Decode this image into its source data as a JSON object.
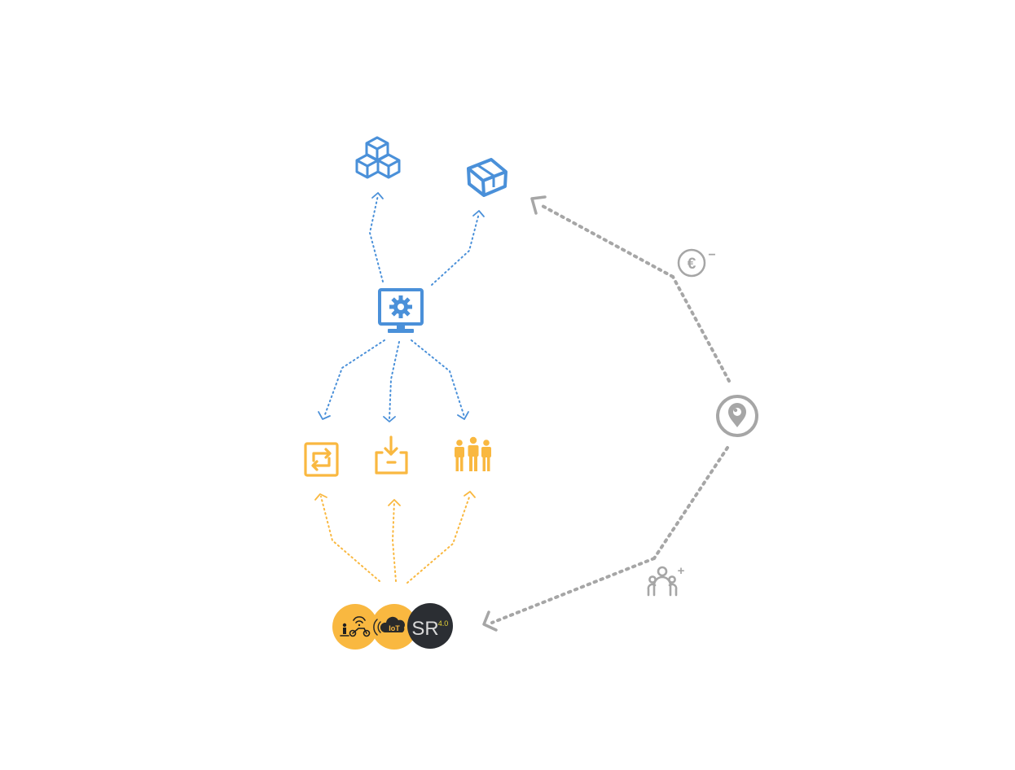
{
  "colors": {
    "blue": "#4a90d9",
    "orange": "#f9b840",
    "gray": "#a6a6a6",
    "dark": "#2b2e33",
    "sr_accent": "#e8d436"
  },
  "icons": {
    "cubes": "cubes-icon",
    "package": "package-box-icon",
    "monitor": "monitor-settings-icon",
    "repeat": "repeat-icon",
    "inbox": "inbox-download-icon",
    "team": "team-people-icon",
    "euro": "euro-minus-icon",
    "location": "location-pin-icon",
    "users_plus": "users-plus-icon",
    "logo_moto": "motorcycle-wifi-logo",
    "logo_iot": "iot-cloud-logo",
    "logo_sr": "sr-logo"
  },
  "badges": {
    "euro_symbol": "€",
    "minus": "−",
    "plus": "+",
    "iot": "IoT",
    "sr": "SR",
    "sr_version": "4.0"
  }
}
